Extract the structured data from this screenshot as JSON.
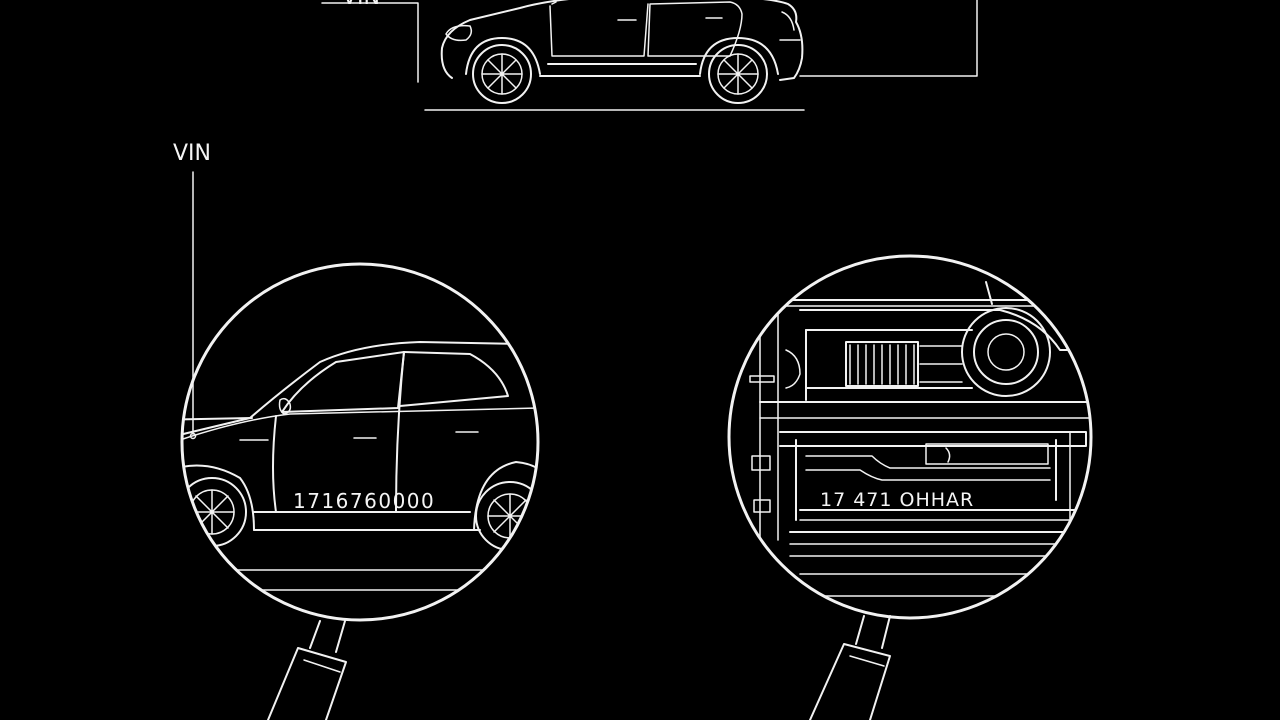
{
  "labels": {
    "top_callout": "VIN",
    "left_callout": "VIN"
  },
  "magnifiers": [
    {
      "vin_text": "1716760000"
    },
    {
      "vin_text": "17 471 OHHAR"
    }
  ],
  "colors": {
    "background": "#000000",
    "line": "#f2f2f2"
  }
}
